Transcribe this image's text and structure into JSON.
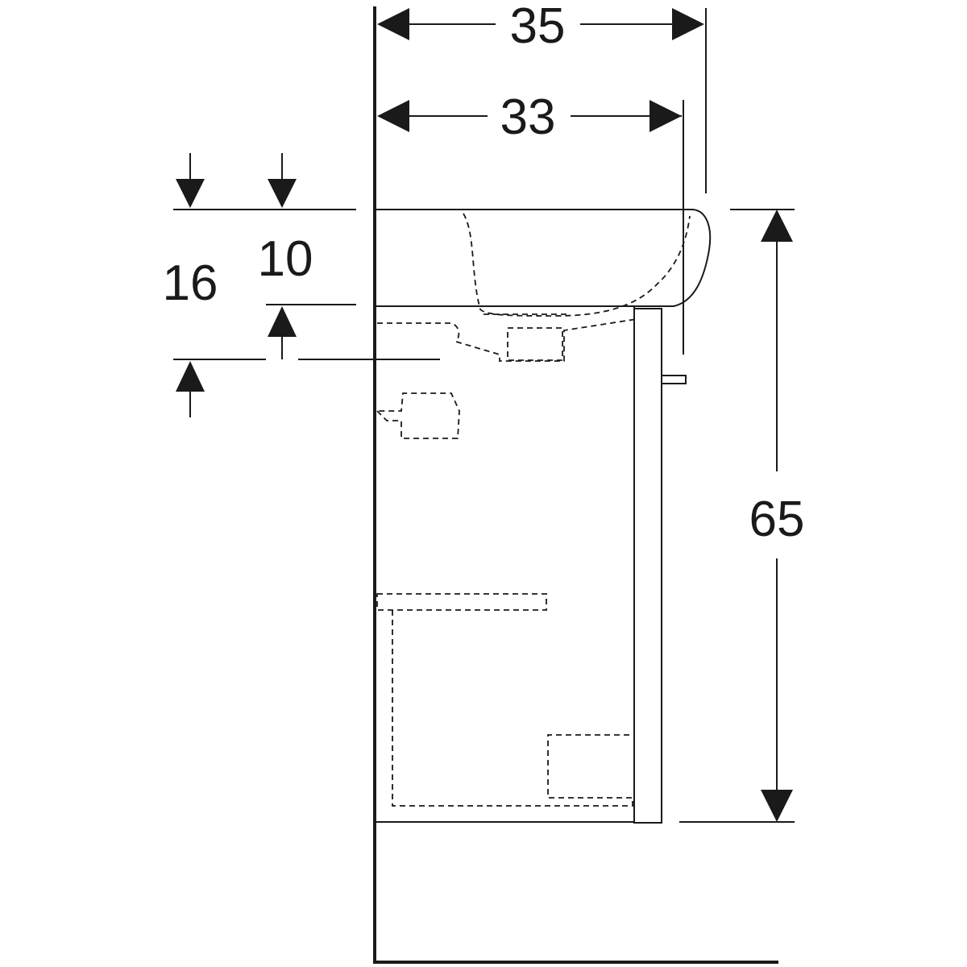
{
  "dimensions": {
    "overall_depth": "35",
    "basin_depth": "33",
    "height": "65",
    "offset_large": "16",
    "offset_small": "10"
  },
  "colors": {
    "line": "#1a1a1a",
    "background": "#ffffff"
  }
}
